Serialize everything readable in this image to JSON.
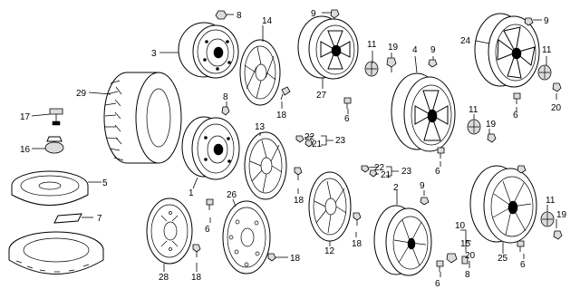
{
  "callouts": [
    "8",
    "14",
    "3",
    "9",
    "27",
    "11",
    "19",
    "4",
    "9",
    "24",
    "9",
    "11",
    "20",
    "29",
    "8",
    "17",
    "18",
    "6",
    "11",
    "19",
    "6",
    "16",
    "13",
    "22",
    "21",
    "23",
    "1",
    "22",
    "21",
    "23",
    "6",
    "9",
    "5",
    "26",
    "18",
    "2",
    "18",
    "12",
    "7",
    "6",
    "18",
    "10",
    "15",
    "28",
    "18",
    "20",
    "8",
    "6",
    "25",
    "6",
    "11",
    "19"
  ],
  "icons": {
    "tire": "tire-icon",
    "steel_wheel": "steel-wheel-icon",
    "alloy_wheel": "alloy-wheel-icon",
    "wheel_cover": "wheel-cover-icon",
    "center_cap": "center-cap-icon",
    "valve": "valve-stem-icon",
    "lug_nut": "lug-nut-icon",
    "weight": "balance-weight-icon",
    "jack_nut": "spare-wing-nut-icon",
    "spare": "spare-tire-icon"
  },
  "colors": {
    "ink": "#000000",
    "paper": "#ffffff",
    "shade": "#dcdcdc"
  }
}
